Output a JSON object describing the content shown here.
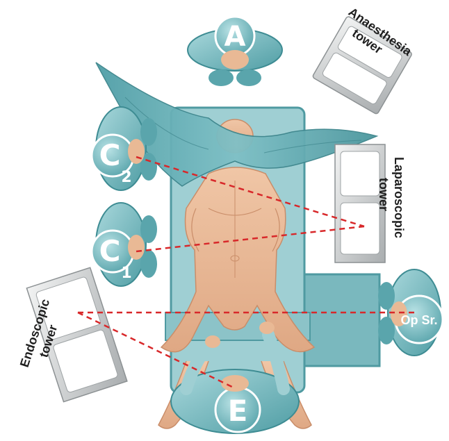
{
  "towers": {
    "anaesthesia": {
      "line1": "Anaesthesia",
      "line2": "tower"
    },
    "laparoscopic": {
      "line1": "Laparoscopic",
      "line2": "tower"
    },
    "endoscopic": {
      "line1": "Endoscopic",
      "line2": "tower"
    }
  },
  "personnel": {
    "anaesthetist": "A",
    "camera_assistant_2": {
      "letter": "C",
      "index": "2"
    },
    "camera_assistant_1": {
      "letter": "C",
      "index": "1"
    },
    "operating_sister": "Op Sr.",
    "endoscopist": "E"
  },
  "colors": {
    "teal": "#6fb3b9",
    "teal_dark": "#3e8c93",
    "skin": "#e9b995",
    "sight_line": "#d8282a",
    "tower_gray": "#d8dadb"
  }
}
